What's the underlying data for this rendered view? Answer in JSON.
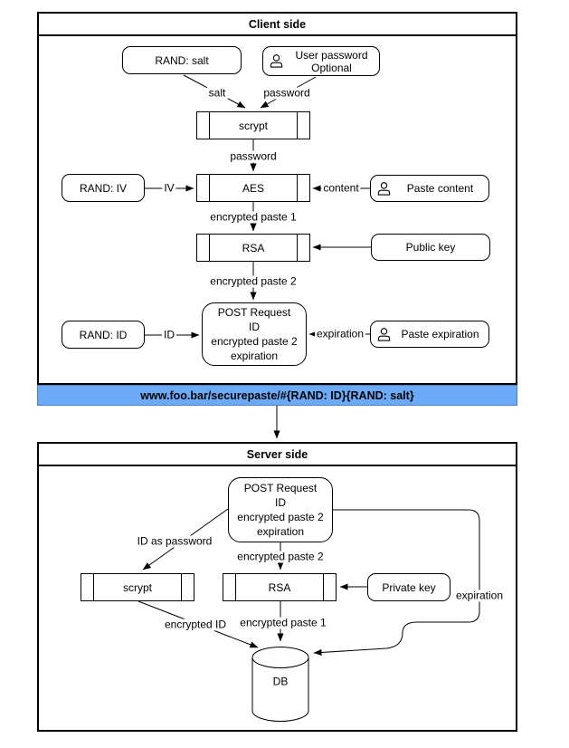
{
  "colors": {
    "banner_bg": "#6aaaf6",
    "banner_border": "#4e7fc1",
    "stroke": "#000000"
  },
  "banner": {
    "url": "www.foo.bar/securepaste/#{RAND: ID}{RAND: salt}"
  },
  "client": {
    "title": "Client side",
    "nodes": {
      "rand_salt": "RAND: salt",
      "user_password": {
        "line1": "User password",
        "line2": "Optional",
        "icon": "person-icon"
      },
      "scrypt": "scrypt",
      "rand_iv": "RAND: IV",
      "aes": "AES",
      "paste_content": {
        "label": "Paste content",
        "icon": "person-icon"
      },
      "rsa": "RSA",
      "public_key": "Public key",
      "post_request": {
        "line1": "POST Request",
        "line2": "ID",
        "line3": "encrypted paste 2",
        "line4": "expiration"
      },
      "rand_id": "RAND: ID",
      "paste_expiration": {
        "label": "Paste expiration",
        "icon": "person-icon"
      }
    },
    "edge_labels": {
      "salt": "salt",
      "password_to_scrypt": "password",
      "password_to_aes": "password",
      "iv": "IV",
      "content": "content",
      "encrypted_paste_1": "encrypted paste 1",
      "encrypted_paste_2": "encrypted paste 2",
      "id": "ID",
      "expiration": "expiration"
    }
  },
  "server": {
    "title": "Server side",
    "nodes": {
      "post_request": {
        "line1": "POST Request",
        "line2": "ID",
        "line3": "encrypted paste 2",
        "line4": "expiration"
      },
      "scrypt": "scrypt",
      "rsa": "RSA",
      "private_key": "Private key",
      "db": "DB"
    },
    "edge_labels": {
      "id_as_password": "ID as password",
      "encrypted_paste_2": "encrypted paste 2",
      "expiration": "expiration",
      "encrypted_id": "encrypted ID",
      "encrypted_paste_1": "encrypted paste 1"
    }
  }
}
